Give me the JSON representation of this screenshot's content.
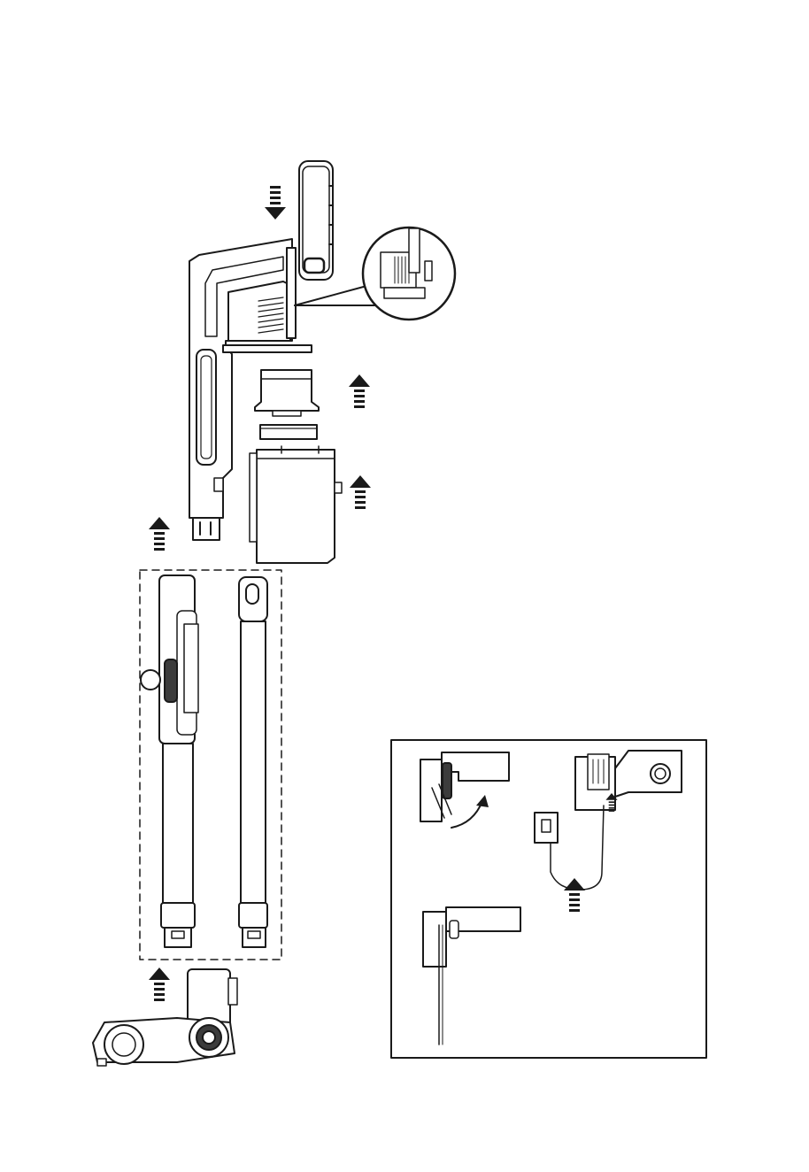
{
  "figure": {
    "caption": "",
    "colors": {
      "line": "#1a1a1a",
      "fill_light": "#ffffff",
      "fill_mid": "#d9d9d9",
      "fill_dark": "#3c3c3c",
      "arrow": "#1a1a1a"
    },
    "icons": {
      "insert_arrow": "dashed-up-arrow-icon",
      "rotate_arrow": "curved-arrow-icon"
    }
  },
  "parts": [
    "battery-pack",
    "main-body",
    "battery-detail-magnifier",
    "filter",
    "filter-ring",
    "dust-cup",
    "flex-tube",
    "straight-tube",
    "floor-head"
  ],
  "wall_mount_inset": {
    "steps": [
      "bracket-hook-open",
      "bracket-with-charger",
      "bracket-cable-routed"
    ]
  }
}
